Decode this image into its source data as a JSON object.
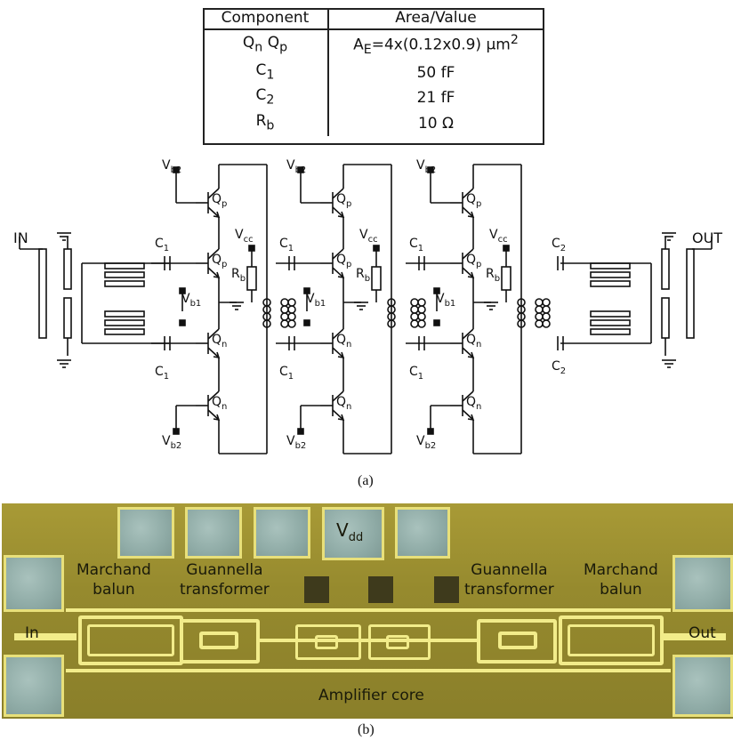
{
  "table": {
    "headers": [
      "Component",
      "Area/Value"
    ],
    "rows": [
      {
        "component": "Q",
        "component_sub": "n",
        "component2": "Q",
        "component2_sub": "p",
        "value_a": "A",
        "value_a_sub": "E",
        "value_rest": "=4x(0.12x0.9) μm",
        "value_sup": "2"
      },
      {
        "component": "C",
        "component_sub": "1",
        "value": "50 fF"
      },
      {
        "component": "C",
        "component_sub": "2",
        "value": "21 fF"
      },
      {
        "component": "R",
        "component_sub": "b",
        "value": "10 Ω"
      }
    ]
  },
  "schematic": {
    "in_label": "IN",
    "out_label": "OUT",
    "vb2": {
      "main": "V",
      "sub": "b2"
    },
    "vb1": {
      "main": "V",
      "sub": "b1"
    },
    "vcc": {
      "main": "V",
      "sub": "cc"
    },
    "qp": {
      "main": "Q",
      "sub": "p"
    },
    "qn": {
      "main": "Q",
      "sub": "n"
    },
    "rb": {
      "main": "R",
      "sub": "b"
    },
    "c1": {
      "main": "C",
      "sub": "1"
    },
    "c2": {
      "main": "C",
      "sub": "2"
    }
  },
  "captions": {
    "a": "(a)",
    "b": "(b)"
  },
  "die": {
    "vdd": {
      "main": "V",
      "sub": "dd"
    },
    "marchand_left": [
      "Marchand",
      "balun"
    ],
    "guannella_left": [
      "Guannella",
      "transformer"
    ],
    "guannella_right": [
      "Guannella",
      "transformer"
    ],
    "marchand_right": [
      "Marchand",
      "balun"
    ],
    "in_label": "In",
    "out_label": "Out",
    "core_label": "Amplifier core",
    "colors": {
      "substrate": "#968a2e",
      "metal": "#f2ec8a",
      "pad": "#8faba6"
    }
  }
}
